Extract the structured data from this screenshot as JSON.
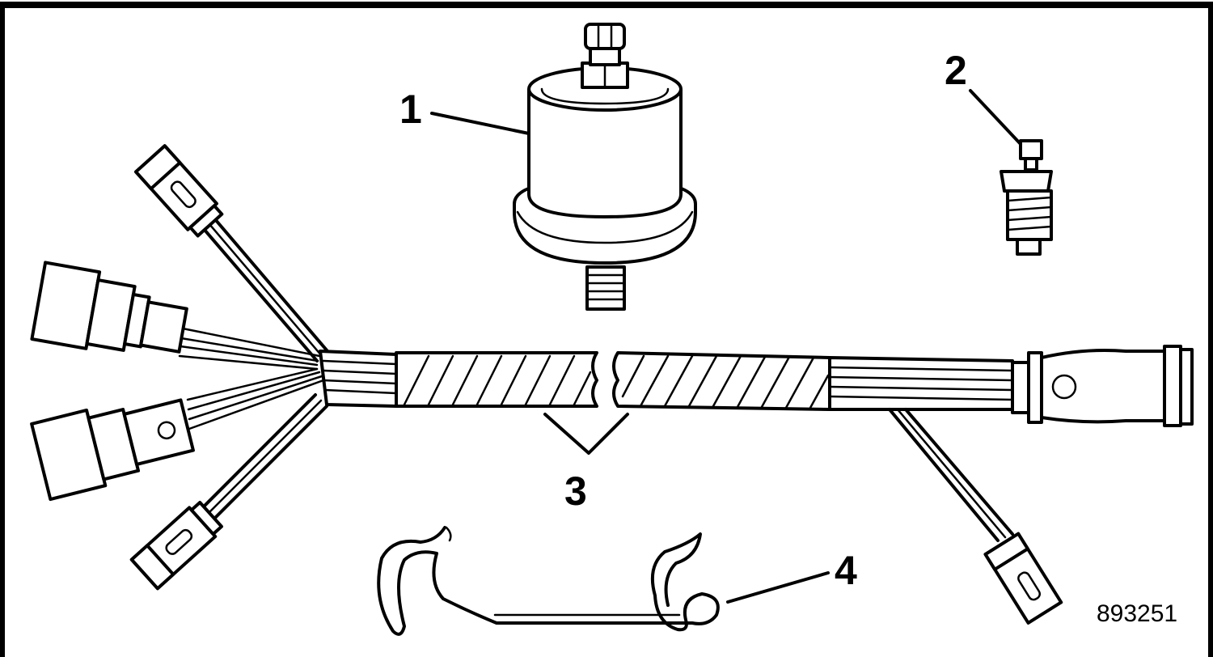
{
  "callouts": {
    "c1": "1",
    "c2": "2",
    "c3": "3",
    "c4": "4"
  },
  "figure_number": "893251",
  "icons": {
    "sender_large": "oil-pressure-sender-icon",
    "sender_small": "temperature-sender-icon",
    "harness": "wiring-harness-icon",
    "clip": "retaining-clip-icon"
  },
  "colors": {
    "line": "#000000",
    "background": "#ffffff"
  }
}
